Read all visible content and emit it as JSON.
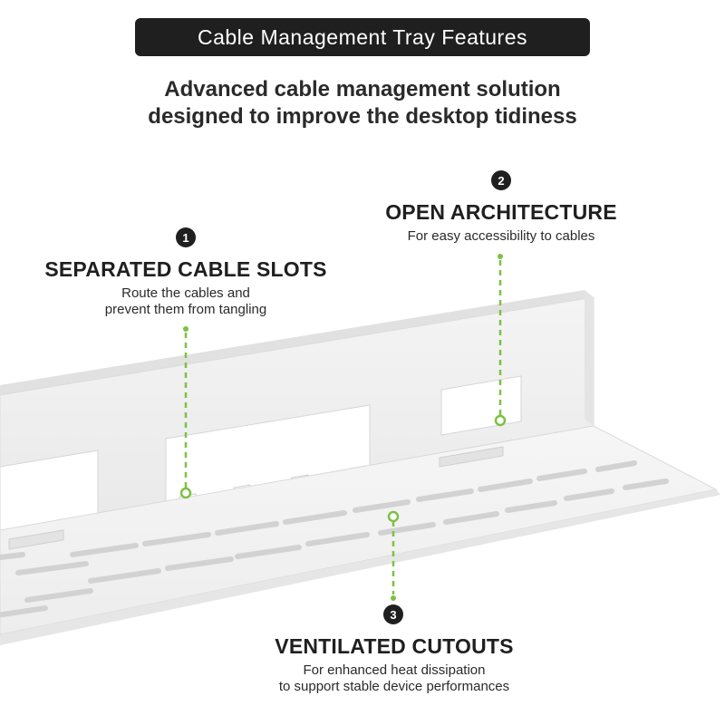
{
  "header": {
    "title": "Cable Management Tray Features",
    "subtitle_line1": "Advanced cable management solution",
    "subtitle_line2": "designed to improve the desktop tidiness"
  },
  "features": [
    {
      "number": "1",
      "title": "SEPARATED CABLE SLOTS",
      "desc_line1": "Route the cables and",
      "desc_line2": "prevent them from tangling"
    },
    {
      "number": "2",
      "title": "OPEN ARCHITECTURE",
      "desc_line1": "For easy accessibility to cables"
    },
    {
      "number": "3",
      "title": "VENTILATED CUTOUTS",
      "desc_line1": "For enhanced heat dissipation",
      "desc_line2": "to support stable device performances"
    }
  ],
  "colors": {
    "pill_background": "#1f1f1f",
    "callout_accent": "#7dc143",
    "tray_white": "#f7f7f7"
  }
}
